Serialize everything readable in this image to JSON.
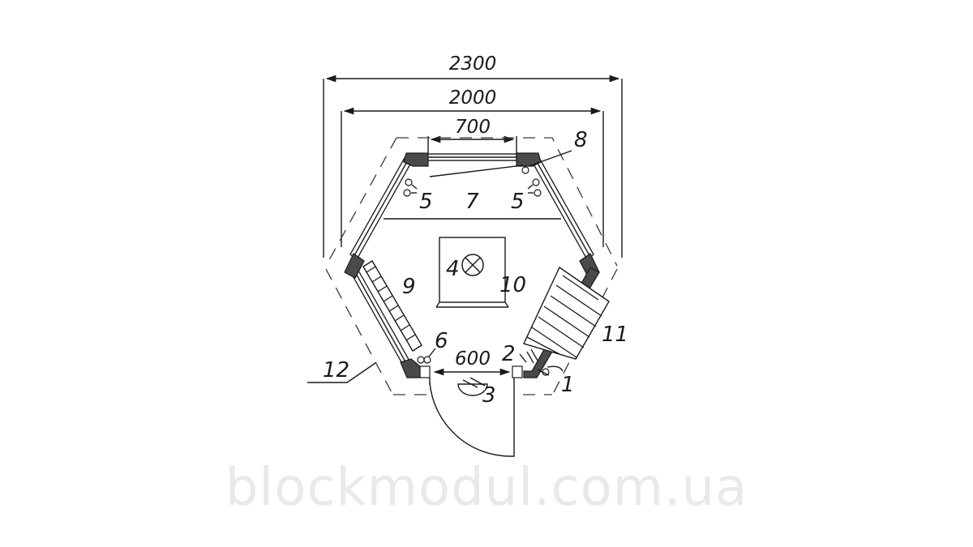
{
  "dimensions": {
    "outer_width": "2300",
    "inner_width": "2000",
    "window_width": "700",
    "door_width": "600"
  },
  "labels": [
    "1",
    "2",
    "3",
    "4",
    "5",
    "5",
    "6",
    "7",
    "8",
    "9",
    "10",
    "11",
    "12"
  ],
  "watermark": "blockmodul.com.ua",
  "colors": {
    "wall": "#4a4a4a",
    "line": "#1a1a1a",
    "watermark": "#e9e9e9"
  }
}
